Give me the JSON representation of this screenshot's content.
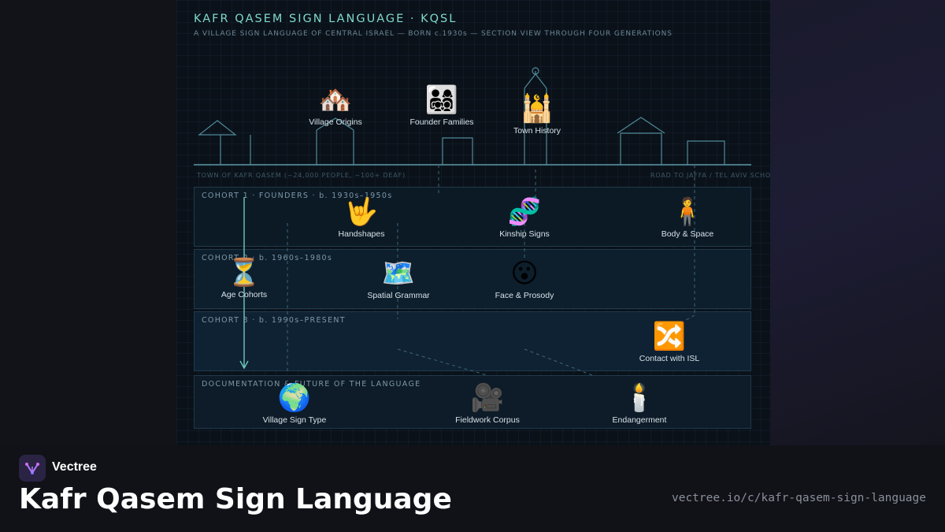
{
  "diagram": {
    "title": "KAFR QASEM SIGN LANGUAGE · KQSL",
    "subtitle": "A VILLAGE SIGN LANGUAGE OF CENTRAL ISRAEL — BORN c.1930s — SECTION VIEW THROUGH FOUR GENERATIONS",
    "ground_left": "TOWN OF KAFR QASEM (~24,000 PEOPLE, ~100+ DEAF)",
    "ground_right": "ROAD TO JAFFA / TEL AVIV SCHOOLS →",
    "bands": [
      {
        "label": "COHORT 1 · FOUNDERS · b. 1930s–1950s"
      },
      {
        "label": "COHORT 2 · b. 1960s–1980s"
      },
      {
        "label": "COHORT 3 · b. 1990s–PRESENT"
      },
      {
        "label": "DOCUMENTATION & FUTURE OF THE LANGUAGE"
      }
    ],
    "nodes": [
      {
        "id": "village-origins",
        "emoji": "🏘️",
        "label": "Village Origins"
      },
      {
        "id": "founder-families",
        "emoji": "👨‍👩‍👧‍👦",
        "label": "Founder Families"
      },
      {
        "id": "town-history",
        "emoji": "🕌",
        "label": "Town History"
      },
      {
        "id": "handshapes",
        "emoji": "🤟",
        "label": "Handshapes"
      },
      {
        "id": "kinship-signs",
        "emoji": "🧬",
        "label": "Kinship Signs"
      },
      {
        "id": "body-space",
        "emoji": "🧍",
        "label": "Body & Space"
      },
      {
        "id": "age-cohorts",
        "emoji": "⏳",
        "label": "Age Cohorts"
      },
      {
        "id": "spatial-grammar",
        "emoji": "🗺️",
        "label": "Spatial Grammar"
      },
      {
        "id": "face-prosody",
        "emoji": "😮",
        "label": "Face & Prosody"
      },
      {
        "id": "contact-isl",
        "emoji": "🔀",
        "label": "Contact with ISL"
      },
      {
        "id": "village-sign-type",
        "emoji": "🌍",
        "label": "Village Sign Type"
      },
      {
        "id": "fieldwork-corpus",
        "emoji": "🎥",
        "label": "Fieldwork Corpus"
      },
      {
        "id": "endangerment",
        "emoji": "🕯️",
        "label": "Endangerment"
      }
    ]
  },
  "footer": {
    "brand": "Vectree",
    "title": "Kafr Qasem Sign Language",
    "url": "vectree.io/c/kafr-qasem-sign-language"
  },
  "colors": {
    "accent": "#7fd9cc",
    "panel": "#0a1119",
    "band_border": "#1f3a4d",
    "line": "#4f8a9a"
  }
}
